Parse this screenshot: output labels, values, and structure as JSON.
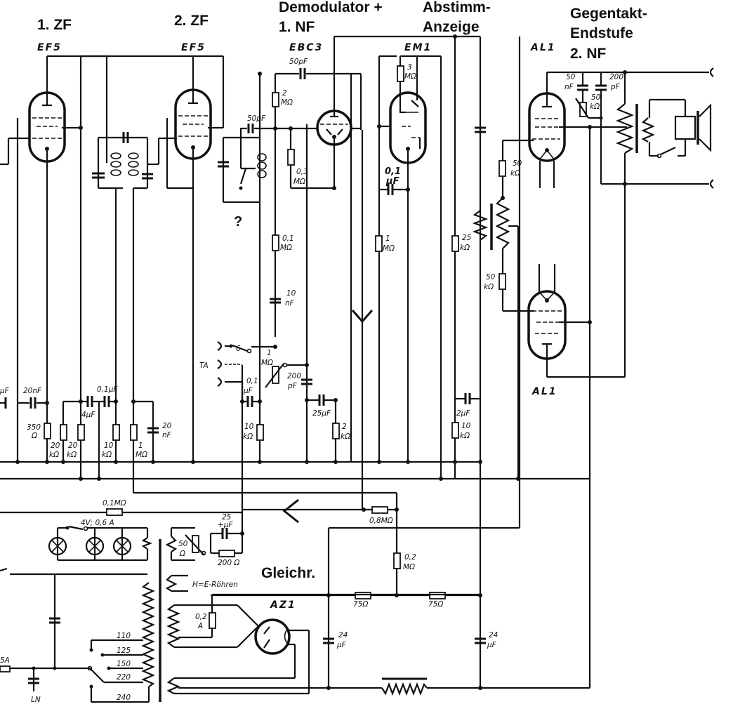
{
  "diagram": {
    "title": "Radio receiver schematic (IF, demodulator, push-pull output, rectifier)",
    "section_headers": {
      "zf1": "1. ZF",
      "zf2": "2. ZF",
      "demod_line1": "Demodulator +",
      "demod_line2": "1. NF",
      "tuning_line1": "Abstimm-",
      "tuning_line2": "Anzeige",
      "output_line1": "Gegentakt-",
      "output_line2": "Endstufe",
      "output_line3": "2. NF",
      "rectifier": "Gleichr."
    },
    "tubes": {
      "v1": "EF5",
      "v2": "EF5",
      "v3": "EBC3",
      "v4": "EM1",
      "v5": "AL1",
      "v6": "AL1",
      "v7": "AZ1"
    },
    "components": {
      "c_50pf_top": "50pF",
      "r_2m_top_a": "2",
      "r_2m_top_b": "MΩ",
      "c_50pf_mid": "50pF",
      "r_3m_a": "3",
      "r_3m_b": "MΩ",
      "r_03m_a": "0,3",
      "r_03m_b": "MΩ",
      "c_01uf_em_a": "0,1",
      "c_01uf_em_b": "µF",
      "question": "?",
      "r_01m_a": "0,1",
      "r_01m_b": "MΩ",
      "c_10nf_a": "10",
      "c_10nf_b": "nF",
      "r_1m_a": "1",
      "r_1m_b": "MΩ",
      "r_25k_a": "25",
      "r_25k_b": "kΩ",
      "c_50nf_a": "50",
      "c_50nf_b": "nF",
      "c_200pf_out_a": "200",
      "c_200pf_out_b": "pF",
      "pot_50k_a": "50",
      "pot_50k_b": "kΩ",
      "r_50k_upper_a": "50",
      "r_50k_upper_b": "kΩ",
      "r_50k_lower_a": "50",
      "r_50k_lower_b": "kΩ",
      "c_uf_left": "µF",
      "c_20nf_left": "20nF",
      "r_350_a": "350",
      "r_350_b": "Ω",
      "c_4uf": "4µF",
      "c_01uf": "0,1µF",
      "r_20k_1_a": "20",
      "r_20k_1_b": "kΩ",
      "r_20k_2_a": "20",
      "r_20k_2_b": "kΩ",
      "r_10k_a": "10",
      "r_10k_b": "kΩ",
      "r_1m_low_a": "1",
      "r_1m_low_b": "MΩ",
      "c_20nf_a": "20",
      "c_20nf_b": "nF",
      "sw_6": "6",
      "ta": "TA",
      "pot_1m_a": "1",
      "pot_1m_b": "MΩ",
      "c_01uf_ta_a": "0,1",
      "c_01uf_ta_b": "µF",
      "c_200pf_a": "200",
      "c_200pf_b": "pF",
      "c_25uf": "25µF",
      "r_10k_ta_a": "10",
      "r_10k_ta_b": "kΩ",
      "r_2k_a": "2",
      "r_2k_b": "kΩ",
      "c_2uf": "2µF",
      "r_10k_em_a": "10",
      "r_10k_em_b": "kΩ",
      "r_01m_bias": "0,1MΩ",
      "r_08m": "0,8MΩ",
      "lamps": "4V; 0,6 A",
      "pot_50_a": "50",
      "pot_50_b": "Ω",
      "c_25uf_bias_a": "25",
      "c_25uf_bias_b": "+µF",
      "r_200": "200 Ω",
      "heater_note": "H=E-Röhren",
      "r_02m_a": "0,2",
      "r_02m_b": "MΩ",
      "r_75_1": "75Ω",
      "r_75_2": "75Ω",
      "fuse_02a_a": "0,2",
      "fuse_02a_b": "A",
      "c_24uf_1_a": "24",
      "c_24uf_1_b": "µF",
      "c_24uf_2_a": "24",
      "c_24uf_2_b": "µF",
      "tap_110": "110",
      "tap_125": "125",
      "tap_150": "150",
      "tap_220": "220",
      "tap_240": "240",
      "fuse_main": "5A",
      "mains": "LN"
    }
  }
}
